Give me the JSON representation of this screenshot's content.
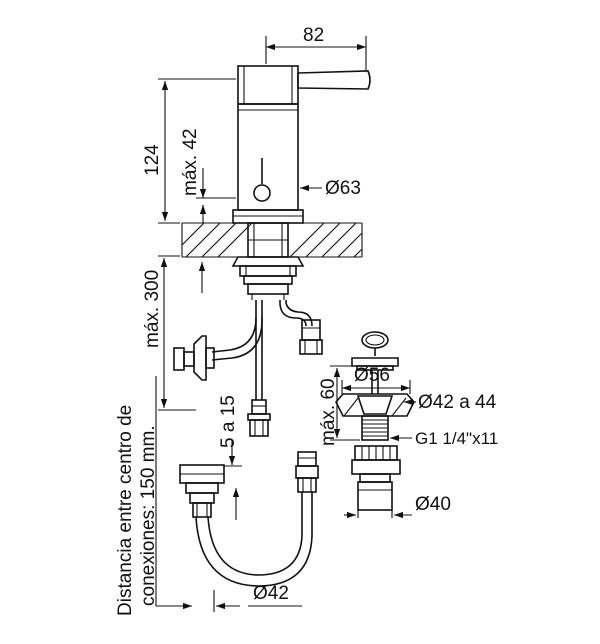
{
  "dimensions": {
    "width_top": "82",
    "height_total": "124",
    "max_42": "máx. 42",
    "diam_63": "Ø63",
    "max_300": "máx. 300",
    "range_5_15": "5 a 15",
    "max_60": "máx. 60",
    "diam_56": "Ø56",
    "diam_42_44": "Ø42 a 44",
    "thread": "G1 1/4\"x11",
    "diam_40": "Ø40",
    "diam_42": "Ø42",
    "distance_line1": "Distancia entre centro de",
    "distance_line2": "conexiones: 150 mm."
  }
}
